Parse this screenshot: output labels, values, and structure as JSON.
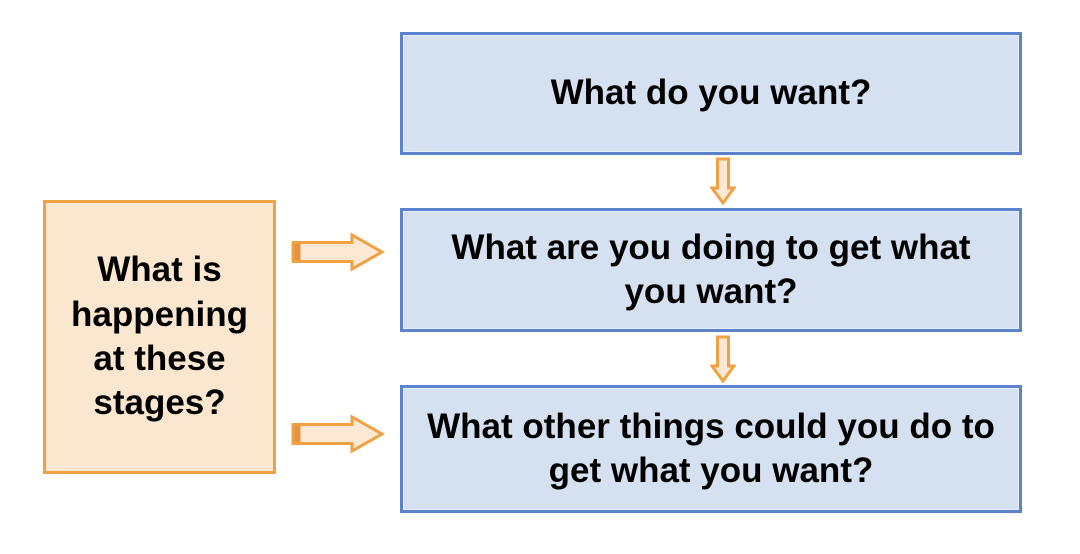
{
  "diagram": {
    "side_box": {
      "text": "What is\nhappening\nat these\nstages?"
    },
    "flow_boxes": [
      {
        "id": "top",
        "text": "What do you want?"
      },
      {
        "id": "middle",
        "text": "What are you doing to get what\nyou want?"
      },
      {
        "id": "bottom",
        "text": "What other things could you do to\nget what you want?"
      }
    ],
    "icons": {
      "right_arrow": "right-block-arrow-icon",
      "down_arrow": "down-block-arrow-icon"
    },
    "colors": {
      "background": "#ffffff",
      "blue_fill": "#d5e0f0",
      "blue_border": "#5b82cd",
      "orange_fill": "#fbe7d0",
      "orange_border": "#f0a143",
      "arrow_fill": "#fbe9d6",
      "arrow_tail": "#e89140",
      "text": "#000000"
    }
  }
}
